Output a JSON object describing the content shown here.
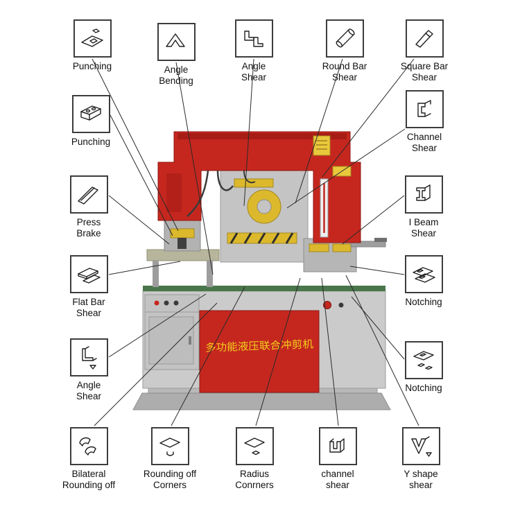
{
  "diagram_type": "product-function-callout-diagram",
  "callouts": [
    {
      "label": "Punching",
      "icon": "punch-plate-icon"
    },
    {
      "label": "Angle\nBending",
      "icon": "angle-bending-icon"
    },
    {
      "label": "Angle\nShear",
      "icon": "angle-pieces-icon"
    },
    {
      "label": "Round Bar\nShear",
      "icon": "round-bar-icon"
    },
    {
      "label": "Square Bar\nShear",
      "icon": "square-bar-icon"
    },
    {
      "label": "Punching",
      "icon": "channel-punch-icon"
    },
    {
      "label": "Channel\nShear",
      "icon": "channel-profile-icon"
    },
    {
      "label": "Press\nBrake",
      "icon": "press-brake-icon"
    },
    {
      "label": "I Beam\nShear",
      "icon": "i-beam-icon"
    },
    {
      "label": "Flat Bar\nShear",
      "icon": "flat-bar-icon"
    },
    {
      "label": "Notching",
      "icon": "notch-plates-icon"
    },
    {
      "label": "Angle\nShear",
      "icon": "angle-profile-icon"
    },
    {
      "label": "Notching",
      "icon": "notch-plate-icon"
    },
    {
      "label": "Bilateral\nRounding off",
      "icon": "bilateral-rounding-icon"
    },
    {
      "label": "Rounding off\nCorners",
      "icon": "rounding-corners-icon"
    },
    {
      "label": "Radius\nConrners",
      "icon": "radius-corners-icon"
    },
    {
      "label": "channel\nshear",
      "icon": "u-channel-icon"
    },
    {
      "label": "Y shape\nshear",
      "icon": "y-shape-icon"
    }
  ],
  "machine": {
    "name": "hydraulic ironworker machine",
    "front_panel_text": "多功能液压联合冲剪机",
    "colors": {
      "frame_red": "#c5271e",
      "body_gray": "#cbcbcb",
      "accent_yellow": "#dcb92c",
      "table_green": "#49764a",
      "panel_text_yellow": "#f2cf1d"
    }
  }
}
